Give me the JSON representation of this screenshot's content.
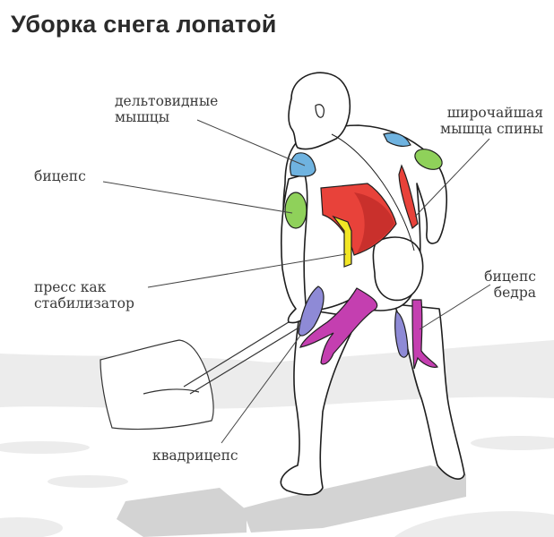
{
  "title": "Уборка снега лопатой",
  "labels": {
    "deltoids": {
      "line1": "дельтовидные",
      "line2": "мышцы"
    },
    "biceps": {
      "line1": "бицепс"
    },
    "abs": {
      "line1": "пресс как",
      "line2": "стабилизатор"
    },
    "quadriceps": {
      "line1": "квадрицепс"
    },
    "lats": {
      "line1": "широчайшая",
      "line2": "мышца спины"
    },
    "hamstrings": {
      "line1": "бицепс",
      "line2": "бедра"
    }
  },
  "colors": {
    "deltoids": "#6fb3e0",
    "biceps": "#8fd15a",
    "lats": "#e8423a",
    "lats_shade": "#c9302c",
    "abs": "#f2e625",
    "quadriceps": "#8e8ad6",
    "hamstrings": "#c43fb0",
    "outline": "#1e1e1e",
    "snow": "#e9e9e9",
    "shadow": "#d2d2d2"
  }
}
